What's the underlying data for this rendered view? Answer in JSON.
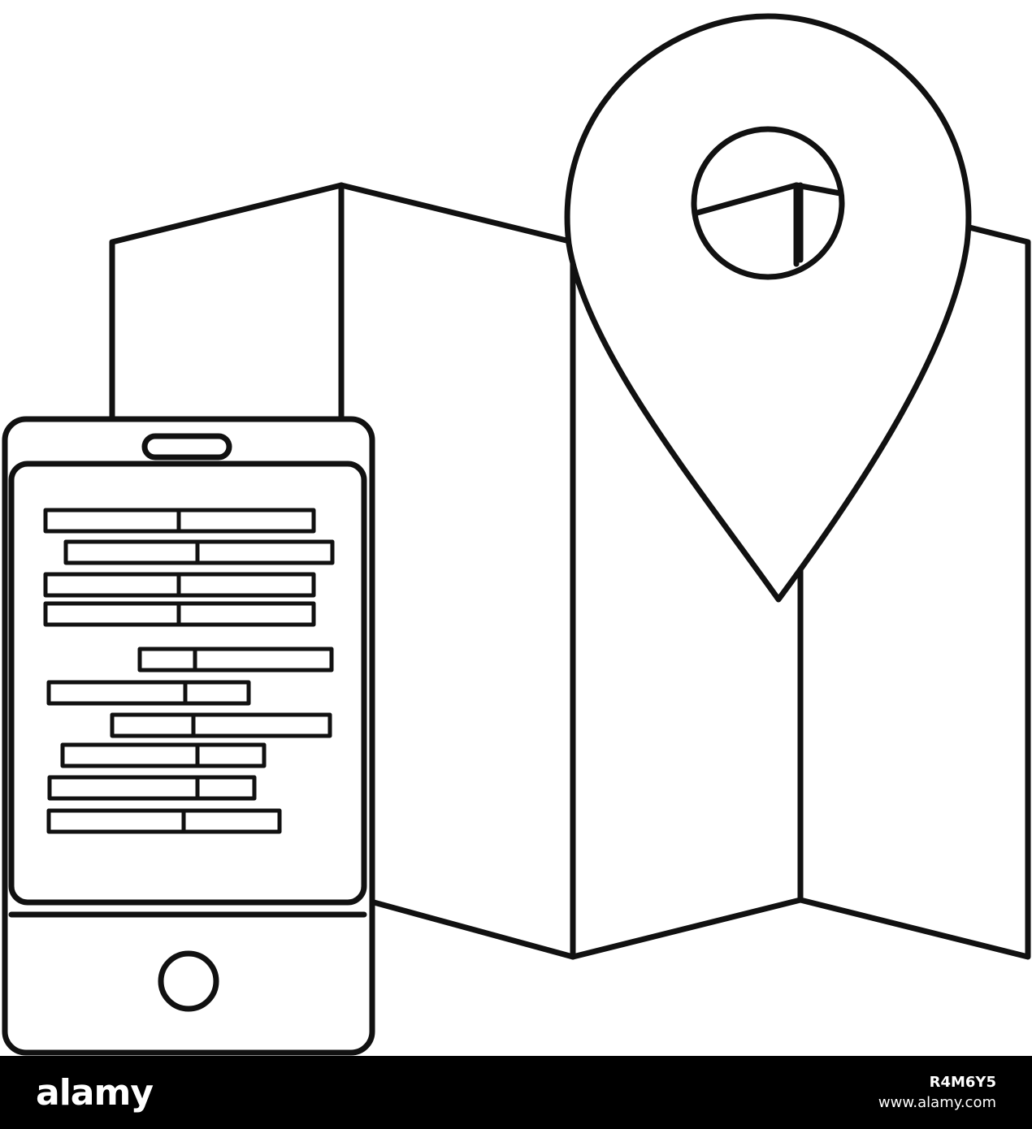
{
  "illustration": {
    "subject": "smartphone with text lines beside folded map with location pin",
    "stroke_color": "#111111",
    "background": "#ffffff",
    "icons": [
      "smartphone-icon",
      "folded-map-icon",
      "location-pin-icon",
      "home-button-icon"
    ]
  },
  "footer": {
    "brand": "alamy",
    "image_id": "R4M6Y5",
    "url": "www.alamy.com",
    "background": "#000000",
    "text_color": "#ffffff"
  }
}
